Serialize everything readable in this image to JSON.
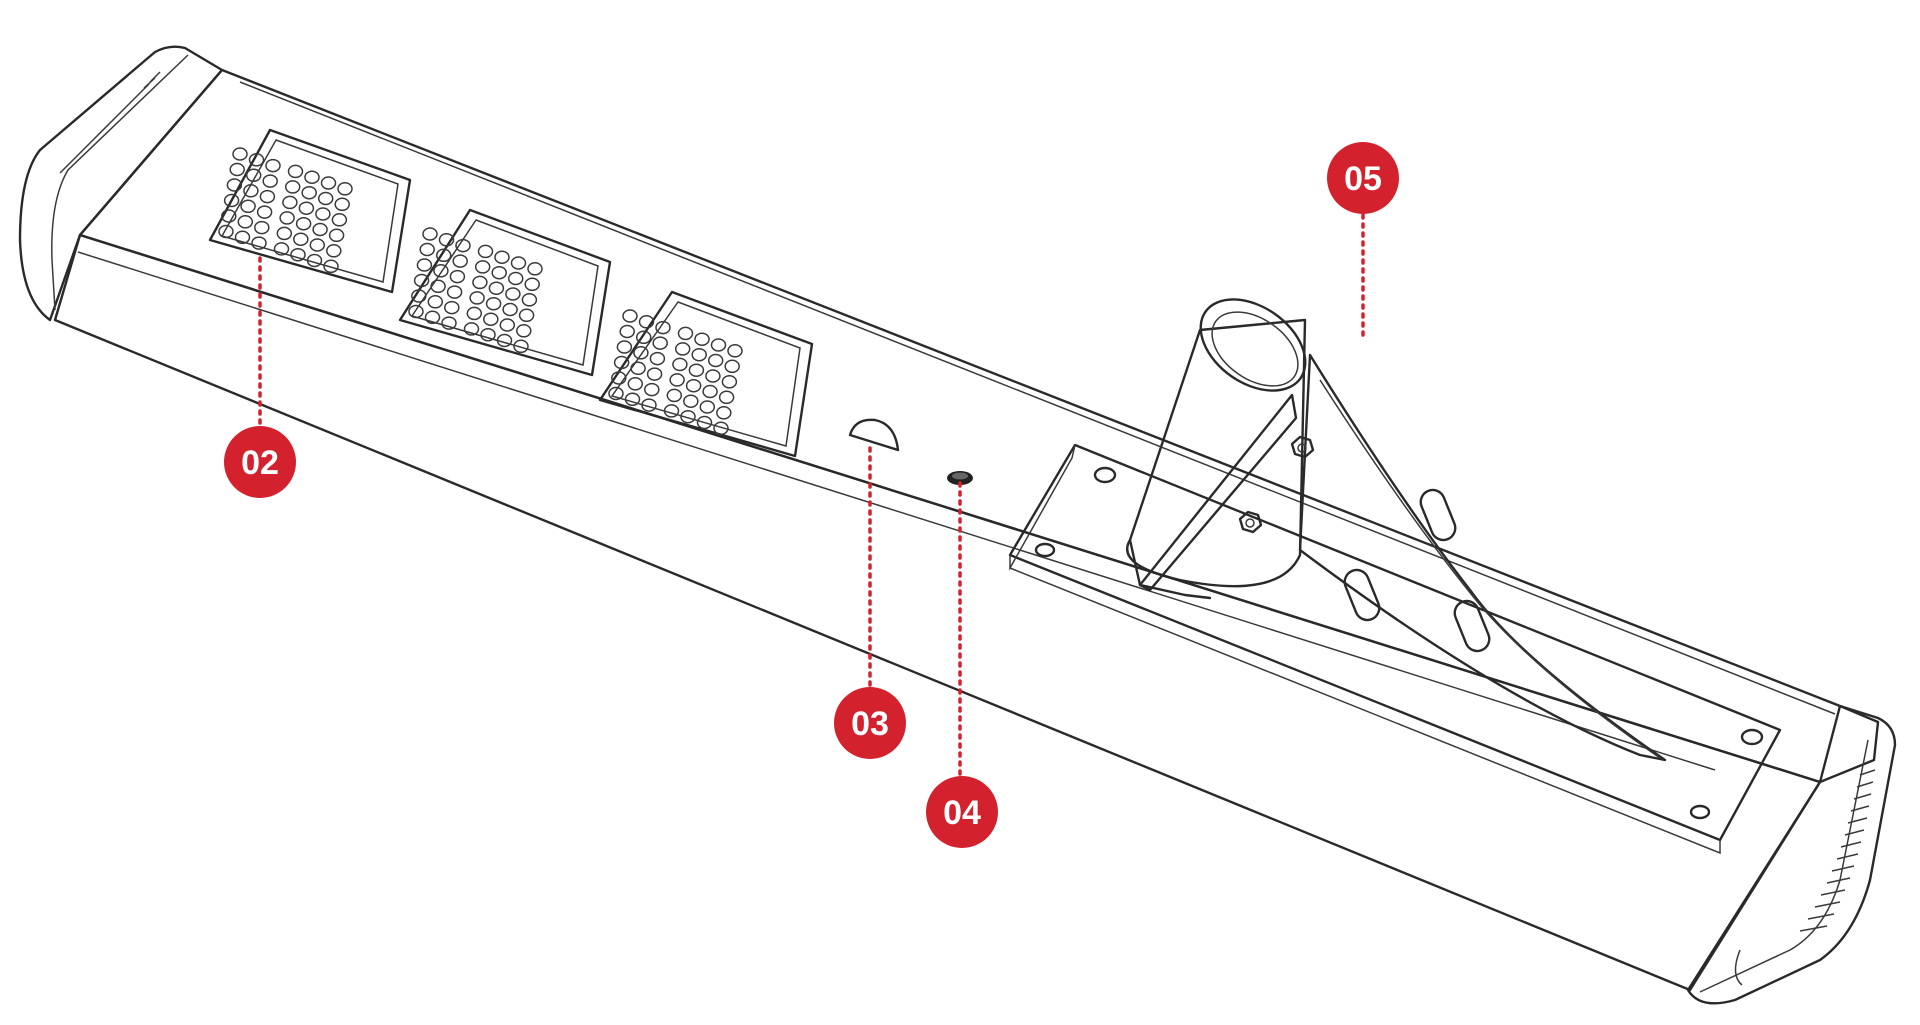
{
  "colors": {
    "callout": "#d3222d",
    "callout_text": "#ffffff",
    "line": "#2a2a2a",
    "background": "#ffffff"
  },
  "callouts": [
    {
      "id": "led-module",
      "label": "02"
    },
    {
      "id": "light-sensor",
      "label": "03"
    },
    {
      "id": "switch",
      "label": "04"
    },
    {
      "id": "pole-mount",
      "label": "05"
    }
  ]
}
